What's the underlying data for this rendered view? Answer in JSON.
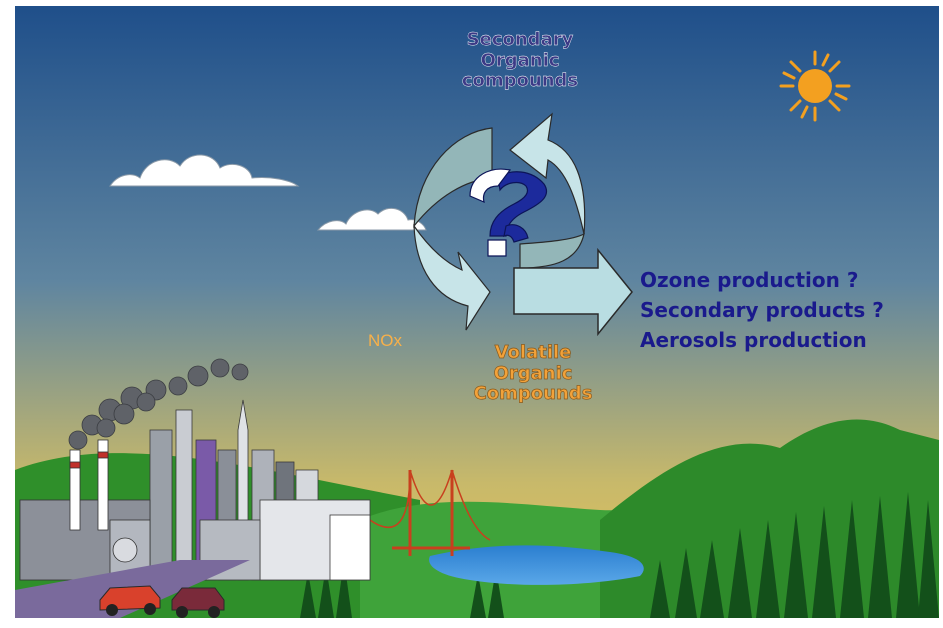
{
  "diagram": {
    "secondary_compounds": [
      "Secondary",
      "Organic",
      "compounds"
    ],
    "nox": "NOx",
    "voc": [
      "Volatile",
      "Organic",
      "Compounds"
    ],
    "outcomes": [
      "Ozone production ?",
      "Secondary products ?",
      "Aerosols production"
    ]
  },
  "colors": {
    "sky_top": "#1f4f8a",
    "sky_bottom": "#e6c35a",
    "outcome_text": "#1a1a8c",
    "secondary_text": "#3c3a86",
    "voc_text": "#f2a23a",
    "nox_text": "#f7b04a",
    "arrow_fill": "#b9dde2",
    "question_mark": "#1c2a9c",
    "sun": "#f3a020"
  },
  "icons": [
    "sun-icon",
    "cloud-icon",
    "question-mark-icon",
    "factory-icon",
    "city-skyline-icon",
    "bridge-icon",
    "car-icon",
    "forest-icon"
  ]
}
